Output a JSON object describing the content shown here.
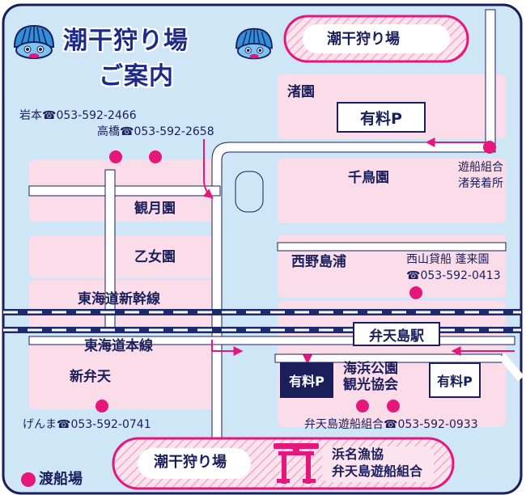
{
  "title": {
    "line1": "潮干狩り場",
    "line2": "ご案内"
  },
  "banner_top": "潮干狩り場",
  "banner_bottom": {
    "left": "潮干狩り場",
    "right_line1": "浜名漁協",
    "right_line2": "弁天島遊船組合"
  },
  "areas": {
    "nagisaen": "渚園",
    "chidoriseen": "千鳥園",
    "kangetsuen": "観月園",
    "otomeen": "乙女園",
    "nishinojimaura": "西野島浦",
    "shinbenten": "新弁天"
  },
  "railways": {
    "shinkansen": "東海道新幹線",
    "honsen": "東海道本線"
  },
  "station": "弁天島駅",
  "parking": {
    "p1": "有料P",
    "p2": "有料P",
    "p3": "有料P"
  },
  "facility": {
    "line1": "海浜公園",
    "line2": "観光協会"
  },
  "contacts": {
    "iwamoto": "岩本☎053-592-2466",
    "takahashi": "高橋☎053-592-2658",
    "yusen_line1": "遊船組合",
    "yusen_line2": "渚発着所",
    "nishiyama_line1": "西山貸船 蓬来園",
    "nishiyama_line2": "☎053-592-0413",
    "genma": "げんま☎053-592-0741",
    "bentenjima": "弁天島遊船組合☎053-592-0933"
  },
  "legend": "渡船場",
  "colors": {
    "water": "#cfe6f7",
    "land": "#fbdde9",
    "road": "#ffffff",
    "dot": "#e5177a",
    "navy": "#1a1f5c",
    "rail": "#1e2a6e"
  }
}
